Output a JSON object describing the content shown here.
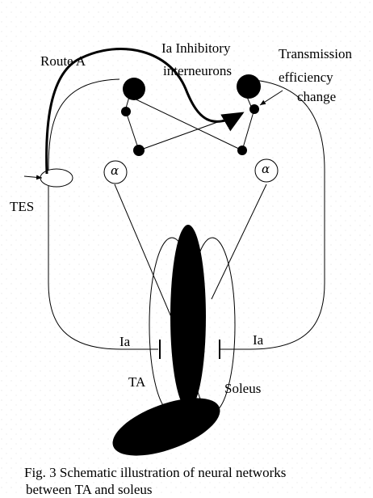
{
  "labels": {
    "route_a": "Route A",
    "ia_inhibitory": "Ia Inhibitory",
    "interneurons": "interneurons",
    "transmission": "Transmission",
    "efficiency": "efficiency",
    "change": "change",
    "tes": "TES",
    "alpha_left": "α",
    "alpha_right": "α",
    "ia_left": "Ia",
    "ia_right": "Ia",
    "ta": "TA",
    "soleus": "Soleus"
  },
  "caption": {
    "line1": "Fig. 3 Schematic illustration of neural networks",
    "line2": "between TA and soleus"
  }
}
